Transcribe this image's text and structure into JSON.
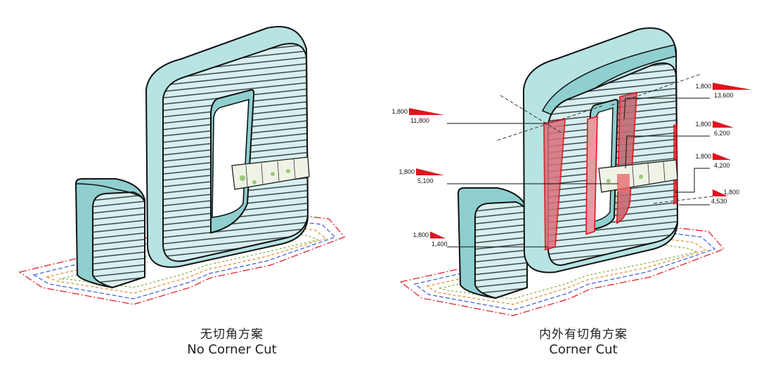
{
  "captions": {
    "left": {
      "cn": "无切角方案",
      "en": "No Corner Cut"
    },
    "right": {
      "cn": "内外有切角方案",
      "en": "Corner Cut"
    }
  },
  "dimensions": [
    {
      "id": "d1",
      "top": "1,800",
      "bottom": "11,800"
    },
    {
      "id": "d2",
      "top": "1,800",
      "bottom": "5,100"
    },
    {
      "id": "d3",
      "top": "1,800",
      "bottom": "1,400"
    },
    {
      "id": "d4",
      "top": "1,800",
      "bottom": "13,600"
    },
    {
      "id": "d5",
      "top": "1,800",
      "bottom": "6,200"
    },
    {
      "id": "d6",
      "top": "1,800",
      "bottom": "4,200"
    },
    {
      "id": "d7",
      "top": "1,800",
      "bottom": "4,530"
    }
  ],
  "colors": {
    "facade_light": "#b8e3e3",
    "facade_mid": "#8fcfcf",
    "outline": "#111111",
    "cut_red": "#e0141e",
    "site_red": "#e0141e",
    "site_blue": "#3a5bd9",
    "site_green": "#7fb13a",
    "site_orange": "#e08a2a"
  }
}
